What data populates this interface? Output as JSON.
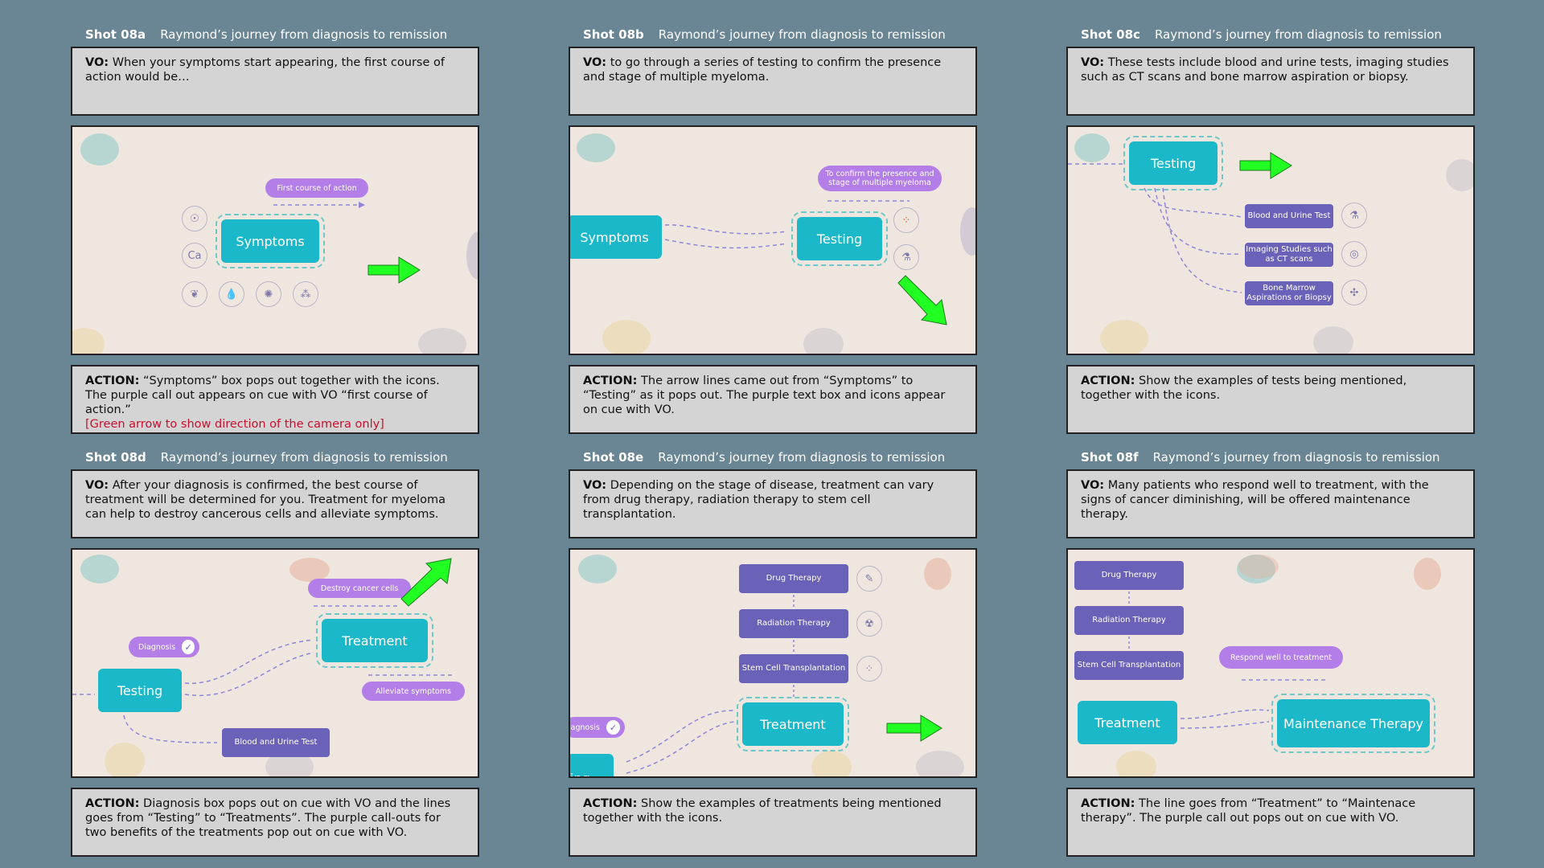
{
  "shots": [
    {
      "shot": "Shot 08a",
      "title": "Raymond’s journey from diagnosis to remission",
      "vo_label": "VO:",
      "vo": " When your symptoms start appearing, the first course of action would be…",
      "action_label": "ACTION:",
      "action": " “Symptoms” box pops out together with the icons. The purple call out appears on cue with VO “first course of action.”",
      "action_note": "[Green arrow to show direction of the camera only]",
      "frame": {
        "callout": "First course of action",
        "main": "Symptoms",
        "ca_icon": "Ca"
      }
    },
    {
      "shot": "Shot 08b",
      "title": "Raymond’s journey from diagnosis to remission",
      "vo_label": "VO:",
      "vo": " to go through a series of testing to confirm the presence and stage of multiple myeloma.",
      "action_label": "ACTION:",
      "action": " The arrow lines came out from “Symptoms” to “Testing” as it pops out. The purple text box and icons appear on cue with VO.",
      "frame": {
        "left": "Symptoms",
        "right": "Testing",
        "callout": "To confirm the presence and stage of multiple myeloma"
      }
    },
    {
      "shot": "Shot 08c",
      "title": "Raymond’s journey from diagnosis to remission",
      "vo_label": "VO:",
      "vo": " These tests include blood and urine tests, imaging studies such as CT scans and bone marrow aspiration or biopsy.",
      "action_label": "ACTION:",
      "action": " Show the examples of tests being mentioned, together with the icons.",
      "frame": {
        "main": "Testing",
        "tests": [
          "Blood and Urine Test",
          "Imaging Studies such as CT scans",
          "Bone Marrow Aspirations or Biopsy"
        ]
      }
    },
    {
      "shot": "Shot 08d",
      "title": "Raymond’s journey from diagnosis to remission",
      "vo_label": "VO:",
      "vo": " After your diagnosis is confirmed, the best course of treatment will be determined for you. Treatment for myeloma can help to destroy cancerous cells and alleviate symptoms.",
      "action_label": "ACTION:",
      "action": " Diagnosis box pops out on cue with VO and the lines goes from “Testing” to “Treatments”. The purple call-outs for two benefits of the treatments pop out on cue with VO.",
      "frame": {
        "diagnosis": "Diagnosis",
        "testing": "Testing",
        "treatment": "Treatment",
        "callout1": "Destroy cancer cells",
        "callout2": "Alleviate symptoms",
        "blood": "Blood and Urine Test"
      }
    },
    {
      "shot": "Shot 08e",
      "title": "Raymond’s journey from diagnosis to remission",
      "vo_label": "VO:",
      "vo": " Depending on the stage of disease, treatment can vary from drug therapy, radiation therapy to stem cell transplantation.",
      "action_label": "ACTION:",
      "action": " Show the examples of treatments being mentioned together with the icons.",
      "frame": {
        "therapies": [
          "Drug Therapy",
          "Radiation Therapy",
          "Stem Cell Transplantation"
        ],
        "treatment": "Treatment",
        "diagnosis": "iagnosis",
        "testing": "ing"
      }
    },
    {
      "shot": "Shot 08f",
      "title": "Raymond’s journey from diagnosis to remission",
      "vo_label": "VO:",
      "vo": " Many patients who respond well to treatment, with the signs of cancer diminishing, will be offered maintenance therapy.",
      "action_label": "ACTION:",
      "action": " The line goes from “Treatment” to “Maintenace therapy”. The purple call out pops out on cue with VO.",
      "frame": {
        "therapies": [
          "Drug Therapy",
          "Radiation Therapy",
          "Stem Cell Transplantation"
        ],
        "treatment": "Treatment",
        "maintenance": "Maintenance Therapy",
        "callout": "Respond well to treatment"
      }
    }
  ],
  "colors": {
    "background": "#6a8593",
    "teal": "#1ab8c8",
    "purple": "#6a62b8",
    "callout": "#b37ee8",
    "green_arrow": "#22ff22",
    "note_red": "#c8102e"
  }
}
